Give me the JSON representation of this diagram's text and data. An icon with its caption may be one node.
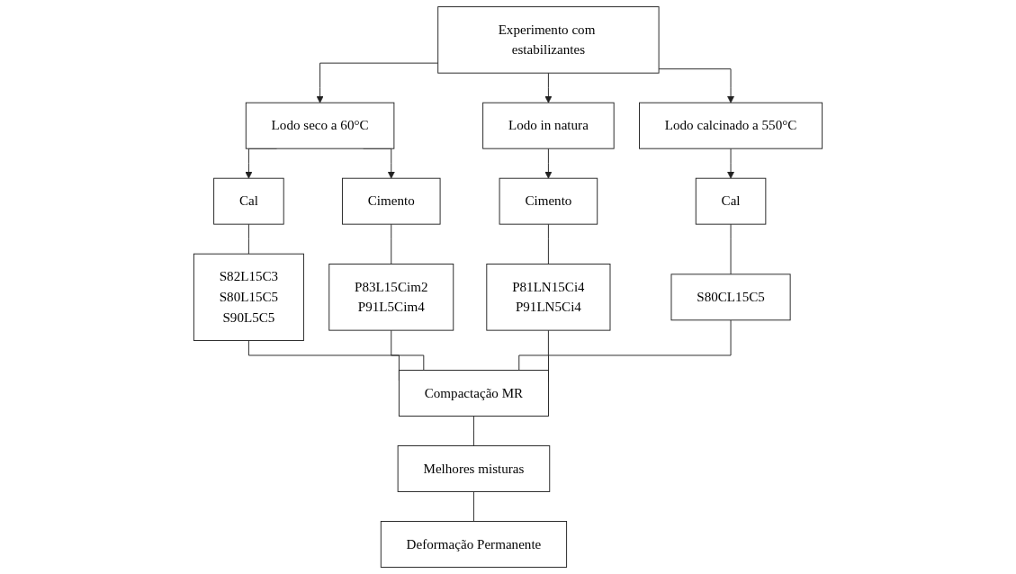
{
  "diagram": {
    "nodes": [
      {
        "text": [
          "Experimento com estabilizantes"
        ]
      },
      {
        "text": [
          "Lodo seco a 60°C"
        ]
      },
      {
        "text": [
          "Lodo in natura"
        ]
      },
      {
        "text": [
          "Lodo calcinado a 550°C"
        ]
      },
      {
        "text": [
          "Cal"
        ]
      },
      {
        "text": [
          "Cimento"
        ]
      },
      {
        "text": [
          "Cimento"
        ]
      },
      {
        "text": [
          "Cal"
        ]
      },
      {
        "text": [
          "S82L15C3",
          "S80L15C5",
          "S90L5C5"
        ]
      },
      {
        "text": [
          "P83L15Cim2",
          "P91L5Cim4"
        ]
      },
      {
        "text": [
          "P81LN15Ci4",
          "P91LN5Ci4"
        ]
      },
      {
        "text": [
          "S80CL15C5"
        ]
      },
      {
        "text": [
          "Compactação MR"
        ]
      },
      {
        "text": [
          "Melhores misturas"
        ]
      },
      {
        "text": [
          "Deformação Permanente"
        ]
      }
    ],
    "edges": [
      {
        "from": 0,
        "to": 1,
        "arrow": "to"
      },
      {
        "from": 0,
        "to": 2,
        "arrow": "to"
      },
      {
        "from": 0,
        "to": 3,
        "arrow": "to"
      },
      {
        "from": 1,
        "to": 4,
        "arrow": "to"
      },
      {
        "from": 1,
        "to": 5,
        "arrow": "to"
      },
      {
        "from": 2,
        "to": 6,
        "arrow": "to"
      },
      {
        "from": 3,
        "to": 7,
        "arrow": "to"
      },
      {
        "from": 4,
        "to": 8,
        "arrow": "none"
      },
      {
        "from": 5,
        "to": 9,
        "arrow": "none"
      },
      {
        "from": 6,
        "to": 10,
        "arrow": "none"
      },
      {
        "from": 7,
        "to": 11,
        "arrow": "none"
      },
      {
        "from": 8,
        "to": 12,
        "arrow": "none"
      },
      {
        "from": 9,
        "to": 12,
        "arrow": "none"
      },
      {
        "from": 10,
        "to": 12,
        "arrow": "none"
      },
      {
        "from": 11,
        "to": 12,
        "arrow": "none"
      },
      {
        "from": 12,
        "to": 13,
        "arrow": "none"
      },
      {
        "from": 13,
        "to": 14,
        "arrow": "none"
      }
    ]
  }
}
